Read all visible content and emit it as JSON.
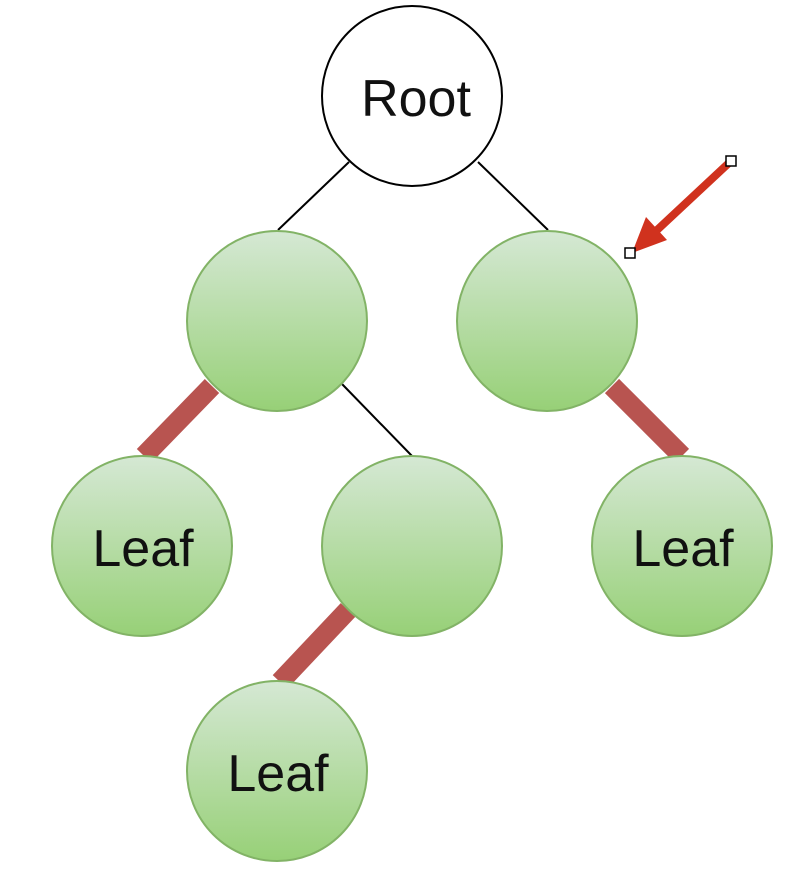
{
  "diagram": {
    "root": {
      "label": "Root"
    },
    "internal_nodes": [
      {
        "id": "left-child",
        "label": ""
      },
      {
        "id": "right-child",
        "label": ""
      },
      {
        "id": "left-right-child",
        "label": ""
      }
    ],
    "leaves": [
      {
        "id": "leaf-left-left",
        "label": "Leaf"
      },
      {
        "id": "leaf-right-right",
        "label": "Leaf"
      },
      {
        "id": "leaf-left-right-left",
        "label": "Leaf"
      }
    ],
    "edges": [
      {
        "from": "root",
        "to": "left-child",
        "style": "thin"
      },
      {
        "from": "root",
        "to": "right-child",
        "style": "thin"
      },
      {
        "from": "left-child",
        "to": "leaf-left-left",
        "style": "highlighted"
      },
      {
        "from": "left-child",
        "to": "left-right-child",
        "style": "thin"
      },
      {
        "from": "right-child",
        "to": "leaf-right-right",
        "style": "highlighted"
      },
      {
        "from": "left-right-child",
        "to": "leaf-left-right-left",
        "style": "highlighted"
      }
    ],
    "annotation": {
      "type": "arrow",
      "points_to": "right-child",
      "selected": true
    }
  },
  "colors": {
    "node_fill_top": "#d5e8d4",
    "node_fill_bottom": "#97d077",
    "node_stroke": "#82b366",
    "root_fill": "#ffffff",
    "root_stroke": "#000000",
    "thin_edge": "#000000",
    "highlight_edge": "#b85450",
    "arrow": "#d0321e"
  }
}
